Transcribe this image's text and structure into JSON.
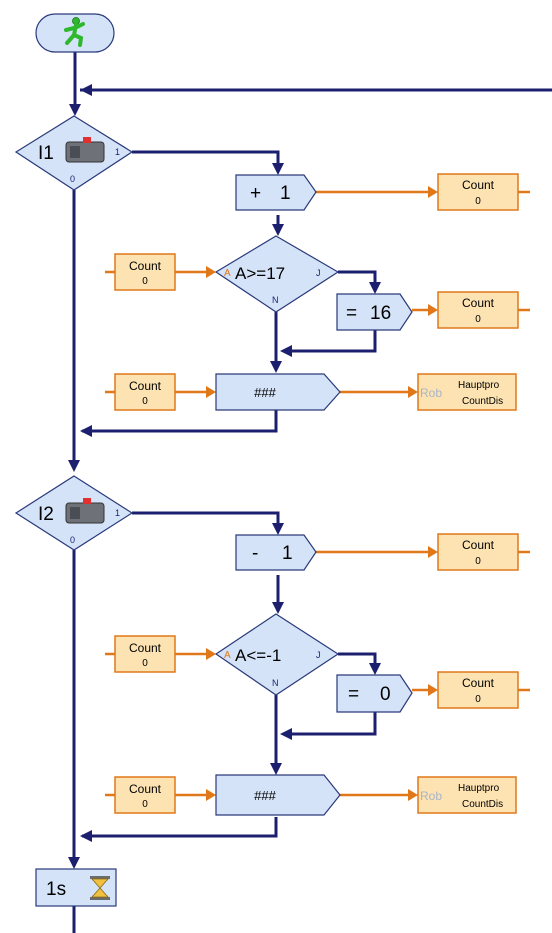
{
  "start": {
    "icon": "walking-person-icon",
    "color": "#2eb82e"
  },
  "section1": {
    "input": {
      "label": "I1",
      "port_yes": "1",
      "port_no": "0",
      "icon": "pushbutton-switch-icon"
    },
    "increment": {
      "op": "+",
      "value": "1"
    },
    "counter_out_1": {
      "name": "Count",
      "value": "0"
    },
    "compare": {
      "label": "A>=17",
      "port_a": "A",
      "port_yes": "J",
      "port_no": "N"
    },
    "counter_in_1": {
      "name": "Count",
      "value": "0"
    },
    "assign": {
      "op": "=",
      "value": "16"
    },
    "counter_out_2": {
      "name": "Count",
      "value": "0"
    },
    "counter_in_2": {
      "name": "Count",
      "value": "0"
    },
    "display": {
      "text": "###"
    },
    "rob": {
      "prefix": "Rob",
      "line1": "Hauptpro",
      "line2": "CountDis"
    }
  },
  "section2": {
    "input": {
      "label": "I2",
      "port_yes": "1",
      "port_no": "0",
      "icon": "pushbutton-switch-icon"
    },
    "decrement": {
      "op": "-",
      "value": "1"
    },
    "counter_out_1": {
      "name": "Count",
      "value": "0"
    },
    "compare": {
      "label": "A<=-1",
      "port_a": "A",
      "port_yes": "J",
      "port_no": "N"
    },
    "counter_in_1": {
      "name": "Count",
      "value": "0"
    },
    "assign": {
      "op": "=",
      "value": "0"
    },
    "counter_out_2": {
      "name": "Count",
      "value": "0"
    },
    "counter_in_2": {
      "name": "Count",
      "value": "0"
    },
    "display": {
      "text": "###"
    },
    "rob": {
      "prefix": "Rob",
      "line1": "Hauptpro",
      "line2": "CountDis"
    }
  },
  "delay": {
    "label": "1s",
    "icon": "hourglass-icon"
  },
  "colors": {
    "flow": "#1b1f6e",
    "data": "#e0781a",
    "block": "#d4e3f7",
    "variable": "#fde3b2"
  }
}
